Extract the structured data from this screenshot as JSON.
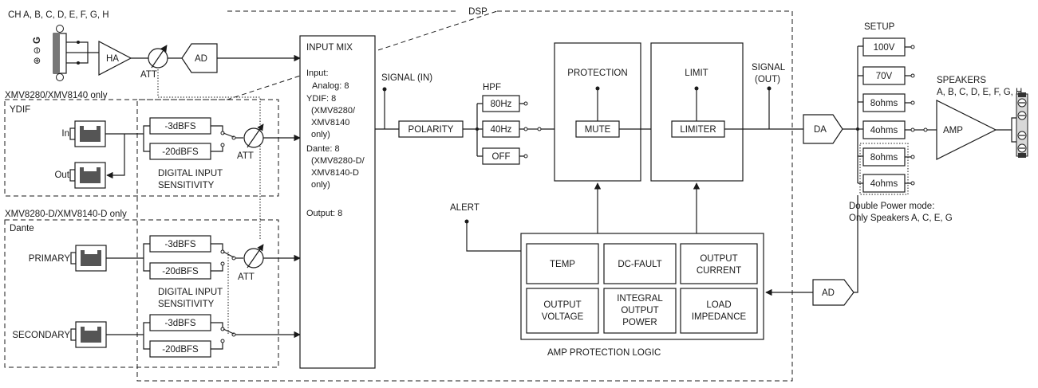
{
  "channels_label": "CH A, B, C, D, E, F, G, H",
  "dsp_label": "DSP",
  "ha_label": "HA",
  "ad_label": "AD",
  "att_label": "ATT",
  "variant_ydif": "XMV8280/XMV8140 only",
  "ydif_title": "YDIF",
  "ydif_in": "In",
  "ydif_out": "Out",
  "minus3": "-3dBFS",
  "minus20": "-20dBFS",
  "sens_line1": "DIGITAL INPUT",
  "sens_line2": "SENSITIVITY",
  "variant_dante": "XMV8280-D/XMV8140-D only",
  "dante_title": "Dante",
  "dante_primary": "PRIMARY",
  "dante_secondary": "SECONDARY",
  "input_mix": {
    "title": "INPUT MIX",
    "lines": [
      "Input:",
      "  Analog: 8",
      "YDIF: 8",
      "(XMV8280/",
      "XMV8140",
      "only)",
      "Dante: 8",
      "(XMV8280-D/",
      "XMV8140-D",
      "only)",
      "",
      "Output: 8"
    ]
  },
  "signal_in": "SIGNAL (IN)",
  "polarity": "POLARITY",
  "hpf_title": "HPF",
  "hpf_options": [
    "80Hz",
    "40Hz",
    "OFF"
  ],
  "protection_title": "PROTECTION",
  "mute": "MUTE",
  "limit_title": "LIMIT",
  "limiter": "LIMITER",
  "signal_out_1": "SIGNAL",
  "signal_out_2": "(OUT)",
  "da_label": "DA",
  "setup_title": "SETUP",
  "setup_options": [
    "100V",
    "70V",
    "8ohms",
    "4ohms"
  ],
  "dp_options": [
    "8ohms",
    "4ohms"
  ],
  "double_power_1": "Double Power mode:",
  "double_power_2": "Only Speakers A, C, E, G",
  "speakers_title": "SPEAKERS",
  "speakers_list": "A, B, C, D, E, F, G, H",
  "amp_label": "AMP",
  "alert_label": "ALERT",
  "logic_title": "AMP PROTECTION LOGIC",
  "logic_cells": {
    "temp": [
      "TEMP"
    ],
    "dcfault": [
      "DC-FAULT"
    ],
    "outcurrent": [
      "OUTPUT",
      "CURRENT"
    ],
    "outvoltage": [
      "OUTPUT",
      "VOLTAGE"
    ],
    "integral": [
      "INTEGRAL",
      "OUTPUT",
      "POWER"
    ],
    "load": [
      "LOAD",
      "IMPEDANCE"
    ]
  },
  "ad_return_label": "AD",
  "terminal_symbols": [
    "⊕",
    "⊖",
    "G"
  ]
}
